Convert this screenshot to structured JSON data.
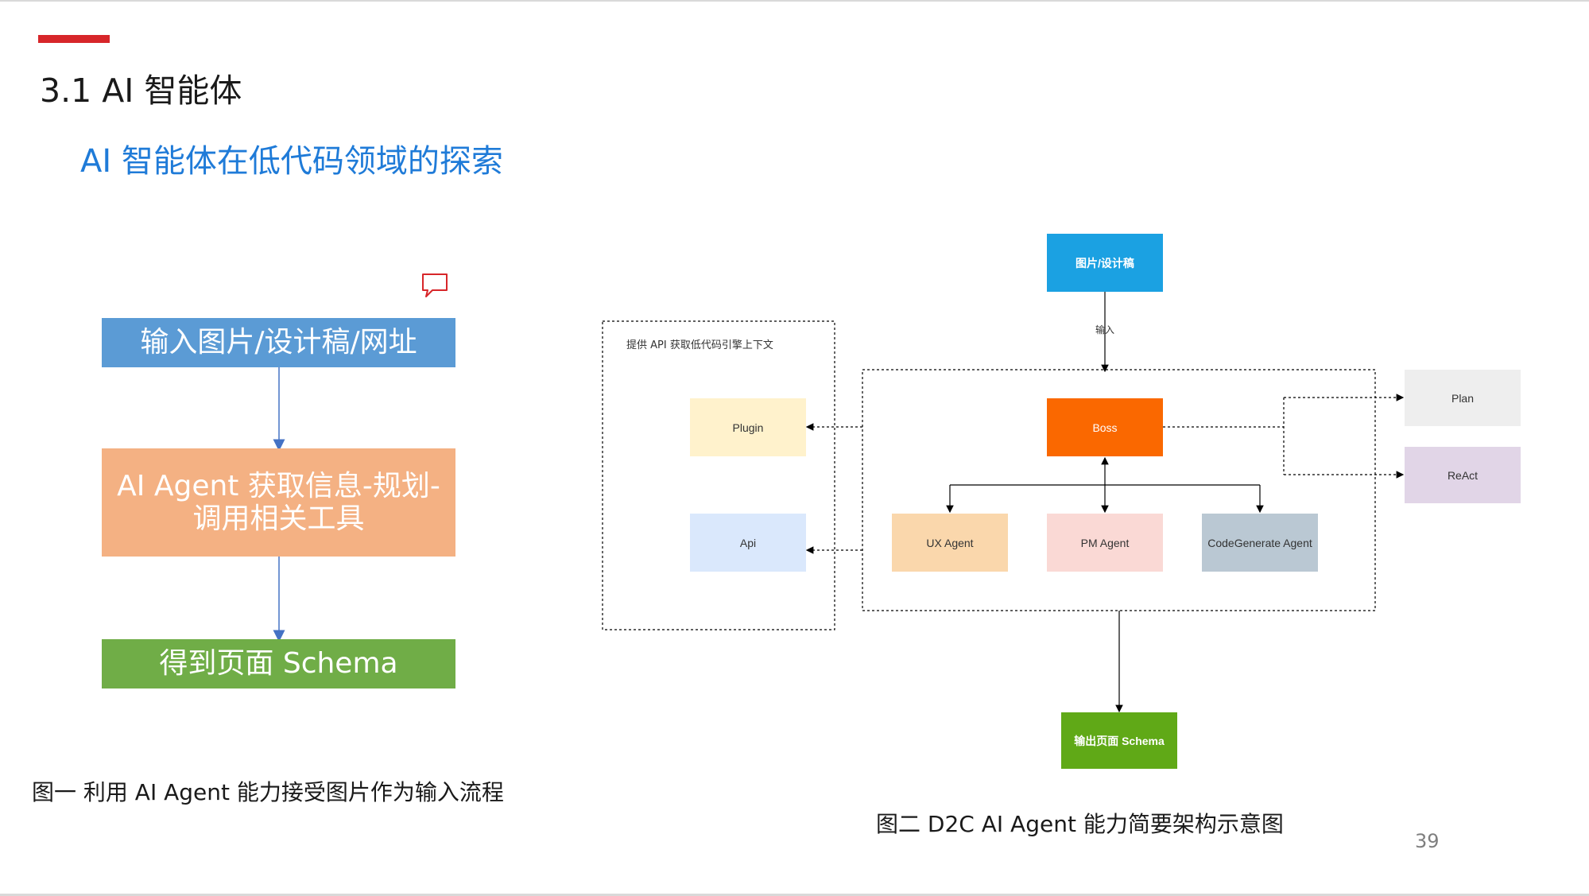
{
  "slide": {
    "title": "3.1 AI 智能体",
    "subtitle": "AI 智能体在低代码领域的探索",
    "page_number": "39"
  },
  "left_flow": {
    "steps": [
      {
        "label": "输入图片/设计稿/网址",
        "color": "#5b9bd5"
      },
      {
        "label": "AI Agent 获取信息-规划-调用相关工具",
        "color": "#f4b183"
      },
      {
        "label": "得到页面 Schema",
        "color": "#70ad47"
      }
    ],
    "caption": "图一 利用 AI Agent 能力接受图片作为输入流程"
  },
  "architecture": {
    "input_node": "图片/设计稿",
    "input_edge_label": "输入",
    "context_group_label": "提供 API 获取低代码引擎上下文",
    "context_nodes": {
      "plugin": "Plugin",
      "api": "Api"
    },
    "boss": "Boss",
    "sub_agents": {
      "ux": "UX Agent",
      "pm": "PM Agent",
      "codegen": "CodeGenerate Agent"
    },
    "strategies": {
      "plan": "Plan",
      "react": "ReAct"
    },
    "output_node": "输出页面 Schema",
    "caption": "图二  D2C AI Agent 能力简要架构示意图",
    "colors": {
      "input": "#1ba1e2",
      "boss": "#fa6800",
      "output": "#60a917",
      "plugin": "#fff2cc",
      "api": "#dae8fc",
      "ux": "#fad7ac",
      "pm": "#fad9d5",
      "codegen": "#bac8d3",
      "plan": "#eeeeee",
      "react": "#e1d5e7"
    }
  }
}
